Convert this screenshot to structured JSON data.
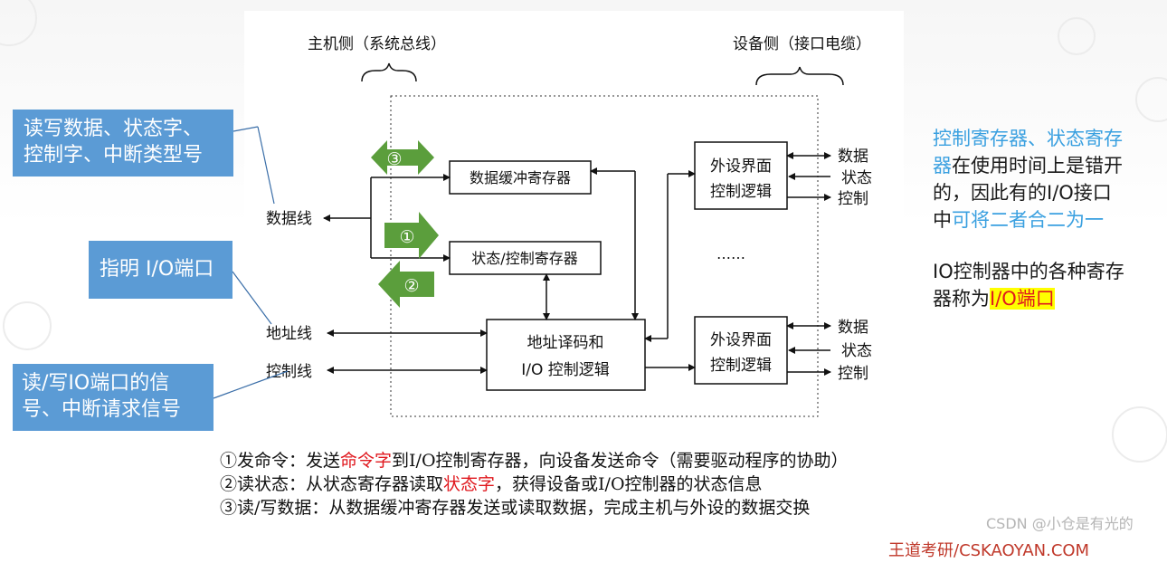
{
  "diagram": {
    "host_side": "主机侧（系统总线）",
    "device_side": "设备侧（接口电缆）",
    "data_buffer_reg": "数据缓冲寄存器",
    "status_ctrl_reg": "状态/控制寄存器",
    "addr_decode_1": "地址译码和",
    "addr_decode_2": "I/O 控制逻辑",
    "periph_1_line1": "外设界面",
    "periph_1_line2": "控制逻辑",
    "periph_2_line1": "外设界面",
    "periph_2_line2": "控制逻辑",
    "ellipsis": "……",
    "data_line": "数据线",
    "addr_line": "地址线",
    "ctrl_line": "控制线",
    "dev1_data": "数据",
    "dev1_status": "状态",
    "dev1_ctrl": "控制",
    "dev2_data": "数据",
    "dev2_status": "状态",
    "dev2_ctrl": "控制",
    "arrow_3": "③",
    "arrow_1": "①",
    "arrow_2": "②"
  },
  "callouts": {
    "data_line_desc_1": "读写数据、状态字、",
    "data_line_desc_2": "控制字、中断类型号",
    "addr_line_desc": "指明 I/O端口",
    "ctrl_line_desc_1": "读/写IO端口的信",
    "ctrl_line_desc_2": "号、中断请求信号"
  },
  "notes": {
    "n1_a": "控制寄存器、状态寄存",
    "n1_b": "器",
    "n1_c": "在使用时间上是错开",
    "n1_d": "的，因此有的I/O接口",
    "n1_e": "中",
    "n1_f": "可将二者合二为一",
    "n2_a": "IO控制器中的各种寄存",
    "n2_b": "器称为",
    "n2_c": "I/O端口"
  },
  "steps": {
    "s1_a": "①发命令：发送",
    "s1_b": "命令字",
    "s1_c": "到I/O控制寄存器，向设备发送命令（需要驱动程序的协助）",
    "s2_a": "②读状态：从状态寄存器读取",
    "s2_b": "状态字",
    "s2_c": "，获得设备或I/O控制器的状态信息",
    "s3": "③读/写数据：从数据缓冲寄存器发送或读取数据，完成主机与外设的数据交换"
  },
  "footer": "王道考研/CSKAOYAN.COM",
  "csdn": "CSDN @小仓是有光的",
  "colors": {
    "blue_box": "#5b9bd5",
    "green_arrow": "#5b9e3c",
    "highlight_text": "#3aa0e0",
    "red": "#e0181e",
    "marker": "#ffff00"
  }
}
